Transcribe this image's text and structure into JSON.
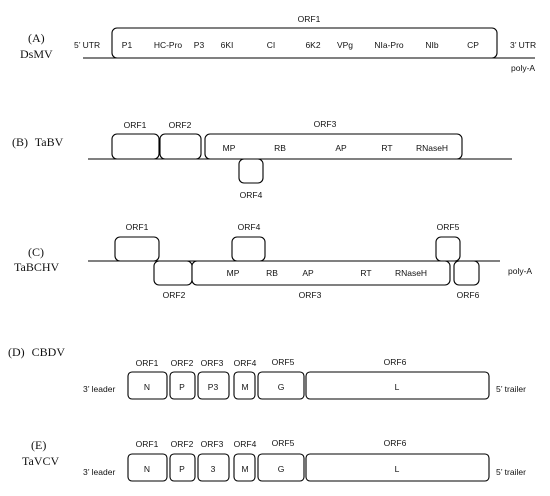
{
  "panels": {
    "a": {
      "letter": "(A)",
      "virus": "DsMV",
      "orf_label": "ORF1",
      "left_label": "5’ UTR",
      "right_label": "3’ UTR",
      "tail_label": "poly-A",
      "genes": [
        "P1",
        "HC-Pro",
        "P3",
        "6KI",
        "CI",
        "6K2",
        "VPg",
        "NIa-Pro",
        "NIb",
        "CP"
      ]
    },
    "b": {
      "letter": "(B)",
      "virus": "TaBV",
      "orf1": "ORF1",
      "orf2": "ORF2",
      "orf3": "ORF3",
      "orf4": "ORF4",
      "genes": [
        "MP",
        "RB",
        "AP",
        "RT",
        "RNaseH"
      ]
    },
    "c": {
      "letter": "(C)",
      "virus": "TaBCHV",
      "orf1": "ORF1",
      "orf2": "ORF2",
      "orf3": "ORF3",
      "orf4": "ORF4",
      "orf5": "ORF5",
      "orf6": "ORF6",
      "tail_label": "poly-A",
      "genes": [
        "MP",
        "RB",
        "AP",
        "RT",
        "RNaseH"
      ]
    },
    "d": {
      "letter": "(D)",
      "virus": "CBDV",
      "left_label": "3’ leader",
      "right_label": "5’ trailer",
      "orfs": [
        "ORF1",
        "ORF2",
        "ORF3",
        "ORF4",
        "ORF5",
        "ORF6"
      ],
      "genes": [
        "N",
        "P",
        "P3",
        "M",
        "G",
        "L"
      ]
    },
    "e": {
      "letter": "(E)",
      "virus": "TaVCV",
      "left_label": "3’ leader",
      "right_label": "5’ trailer",
      "orfs": [
        "ORF1",
        "ORF2",
        "ORF3",
        "ORF4",
        "ORF5",
        "ORF6"
      ],
      "genes": [
        "N",
        "P",
        "3",
        "M",
        "G",
        "L"
      ]
    }
  }
}
